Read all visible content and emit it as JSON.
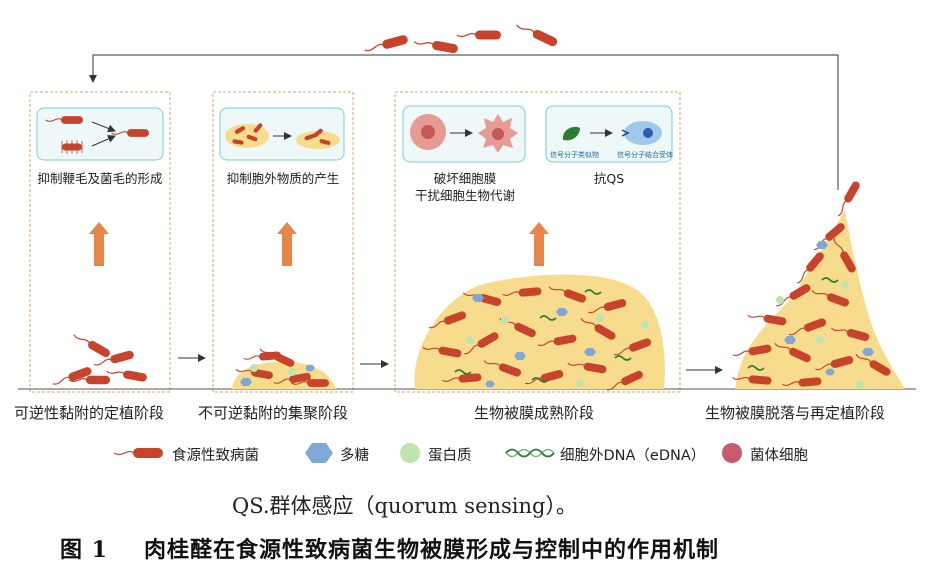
{
  "mechanisms": {
    "flagella": "抑制鞭毛及菌毛的形成",
    "eps": "抑制胞外物质的产生",
    "membrane_line1": "破坏细胞膜",
    "membrane_line2": "干扰细胞生物代谢",
    "qs": "抗QS",
    "signal_analog": "信号分子类似物",
    "signal_receptor": "信号分子结合受体"
  },
  "stages": [
    {
      "label": "可逆性黏附的定植阶段"
    },
    {
      "label": "不可逆黏附的集聚阶段"
    },
    {
      "label": "生物被膜成熟阶段"
    },
    {
      "label": "生物被膜脱落与再定植阶段"
    }
  ],
  "legend": {
    "pathogen": "食源性致病菌",
    "polysaccharide": "多糖",
    "protein": "蛋白质",
    "edna": "细胞外DNA（eDNA）",
    "cell": "菌体细胞"
  },
  "footnote": "QS.群体感应（quorum sensing）。",
  "caption": {
    "number": "图 1",
    "title": "肉桂醛在食源性致病菌生物被膜形成与控制中的作用机制"
  },
  "colors": {
    "bacterium": "#c8432b",
    "matrix": "#f6dc8c",
    "polysaccharide": "#7fa8d8",
    "protein": "#bfe3b0",
    "edna": "#2e7d32",
    "cell": "#c95a6e",
    "up_arrow": "#e8864a",
    "dashed_box": "#e0a070",
    "inset_border": "#7fcbd0"
  }
}
